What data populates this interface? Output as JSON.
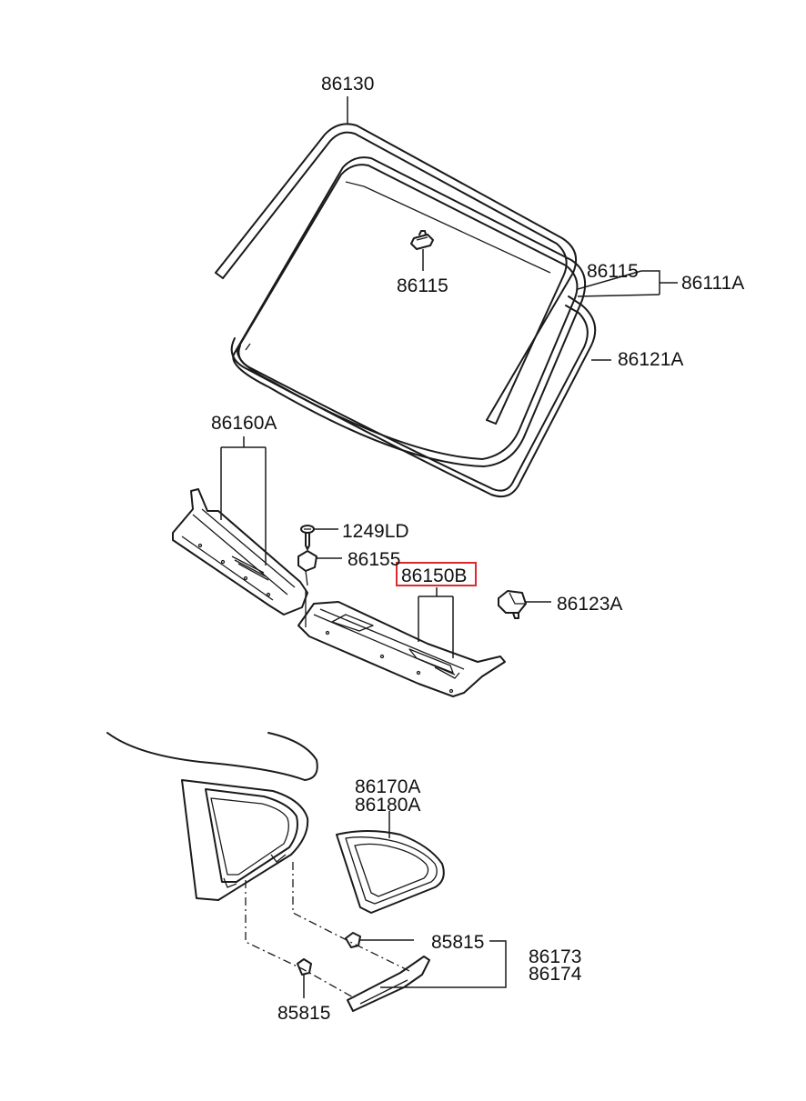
{
  "colors": {
    "line": "#1a1a1a",
    "text": "#111111",
    "highlight": "#e0282e",
    "background": "#ffffff"
  },
  "labels": {
    "windshield_molding": "86130",
    "mirror_clip": "86115",
    "glass_clip": "86115",
    "windshield_glass_assy": "86111A",
    "dam_rubber": "86121A",
    "cowl_top_panel_upper": "86160A",
    "screw": "1249LD",
    "nut": "86155",
    "cowl_top_panel_lower": "86150B",
    "stopper": "86123A",
    "quarter_glass_lh": "86170A",
    "quarter_glass_rh": "86180A",
    "clip_upper": "85815",
    "clip_lower": "85815",
    "garnish_lh": "86173",
    "garnish_rh": "86174"
  }
}
